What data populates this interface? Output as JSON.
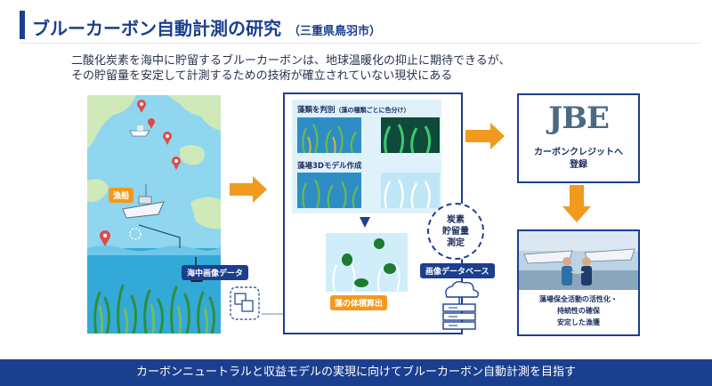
{
  "header": {
    "title": "ブルーカーボン自動計測の研究",
    "subtitle": "（三重県鳥羽市）"
  },
  "intro": {
    "line1": "二酸化炭素を海中に貯留するブルーカーボンは、地球温暖化の抑止に期待できるが、",
    "line2": "その貯留量を安定して計測するための技術が確立されていない現状にある"
  },
  "sea_panel": {
    "boat_label": "漁船",
    "underwater_label": "海中画像データ"
  },
  "process": {
    "step1_label": "藻類を判別",
    "step1_note": "（藻の種類ごとに色分け）",
    "step2_label": "藻場3Dモデル作成",
    "volume_label": "藻の体積算出",
    "storage_measure": "炭素\n貯留量\n測定",
    "storage_line1": "炭素",
    "storage_line2": "貯留量",
    "storage_line3": "測定",
    "database_label": "画像データベース"
  },
  "jbe": {
    "logo": "JBE",
    "line1": "カーボンクレジットへ",
    "line2": "登録"
  },
  "fishery": {
    "line1": "藻場保全活動の活性化・",
    "line2": "持続性の確保",
    "line3": "安定した漁獲"
  },
  "footer": {
    "text": "カーボンニュートラルと収益モデルの実現に向けてブルーカーボン自動計測を目指す"
  },
  "colors": {
    "navy": "#1b3f8f",
    "orange": "#f29a1e",
    "sea": "#8fd6ee",
    "pin": "#e0484a"
  }
}
